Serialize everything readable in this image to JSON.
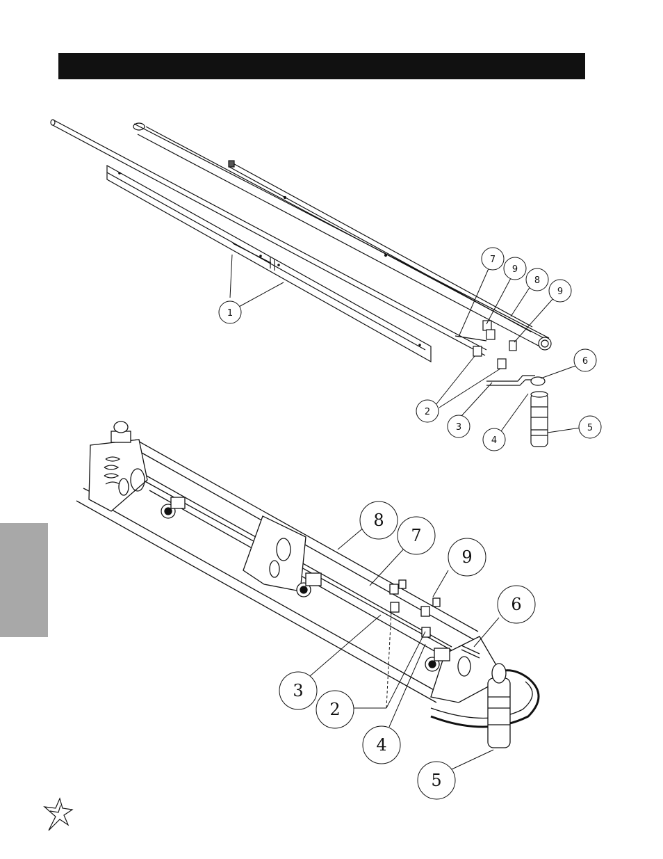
{
  "header": {
    "title": ""
  },
  "upper_callouts": [
    "1",
    "7",
    "9",
    "8",
    "9",
    "6",
    "2",
    "3",
    "4",
    "5"
  ],
  "lower_callouts": [
    "8",
    "7",
    "9",
    "6",
    "3",
    "2",
    "4",
    "5"
  ],
  "logo": {
    "icon": "star-burst-icon"
  }
}
